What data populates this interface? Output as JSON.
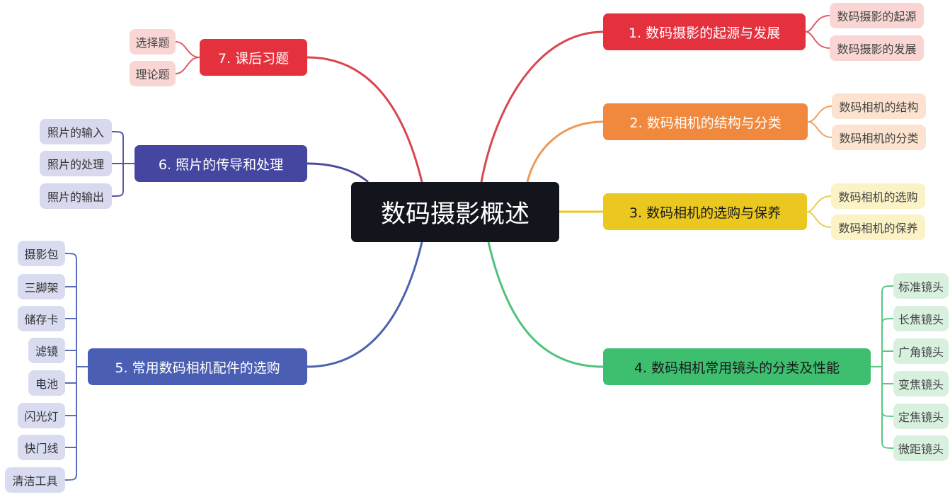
{
  "root": {
    "label": "数码摄影概述"
  },
  "colors": {
    "b1": "#e5313e",
    "b2": "#f0893d",
    "b3": "#ebc81f",
    "b4": "#3dbf6f",
    "b5": "#4a5fb3",
    "b6": "#45469f",
    "b7": "#e5313e"
  },
  "branches": [
    {
      "label": "1. 数码摄影的起源与发展",
      "leaves": [
        "数码摄影的起源",
        "数码摄影的发展"
      ]
    },
    {
      "label": "2. 数码相机的结构与分类",
      "leaves": [
        "数码相机的结构",
        "数码相机的分类"
      ]
    },
    {
      "label": "3. 数码相机的选购与保养",
      "leaves": [
        "数码相机的选购",
        "数码相机的保养"
      ]
    },
    {
      "label": "4. 数码相机常用镜头的分类及性能",
      "leaves": [
        "标准镜头",
        "长焦镜头",
        "广角镜头",
        "变焦镜头",
        "定焦镜头",
        "微距镜头"
      ]
    },
    {
      "label": "5. 常用数码相机配件的选购",
      "leaves": [
        "摄影包",
        "三脚架",
        "储存卡",
        "滤镜",
        "电池",
        "闪光灯",
        "快门线",
        "清洁工具"
      ]
    },
    {
      "label": "6. 照片的传导和处理",
      "leaves": [
        "照片的输入",
        "照片的处理",
        "照片的输出"
      ]
    },
    {
      "label": "7. 课后习题",
      "leaves": [
        "选择题",
        "理论题"
      ]
    }
  ]
}
